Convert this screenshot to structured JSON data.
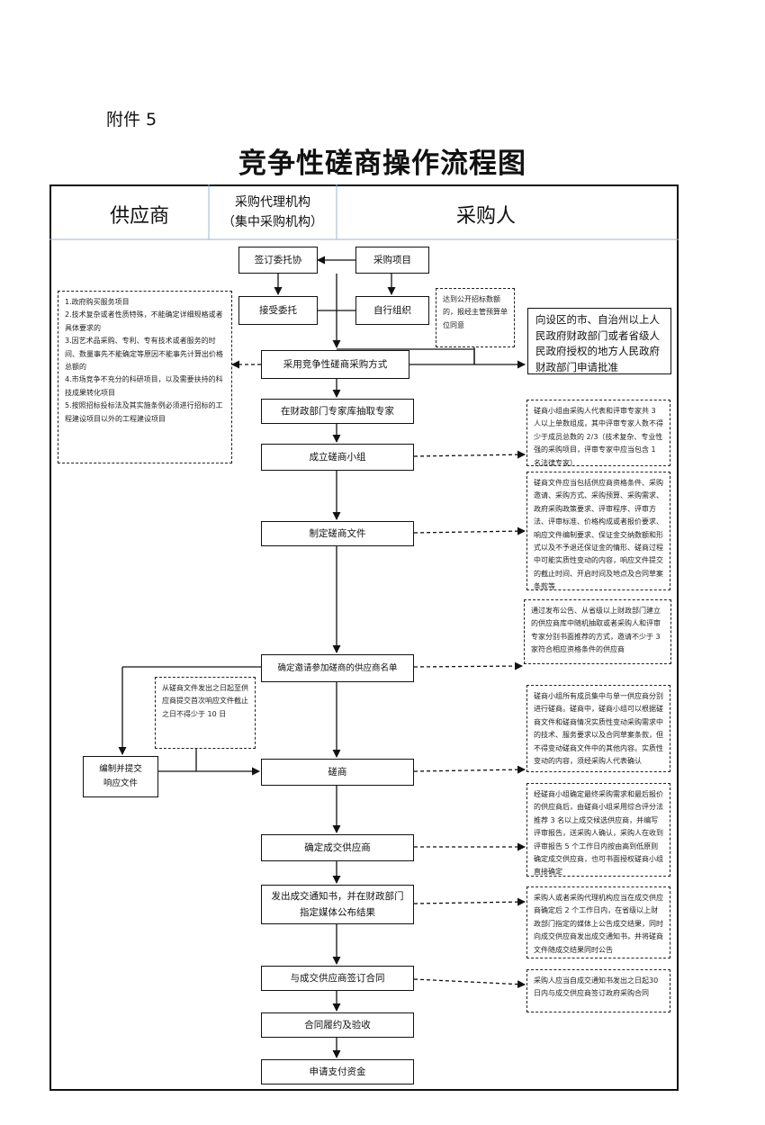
{
  "header": {
    "attachment": "附件 5",
    "title": "竞争性磋商操作流程图"
  },
  "columns": {
    "supplier": "供应商",
    "agency_line1": "采购代理机构",
    "agency_line2": "（集中采购机构）",
    "buyer": "采购人"
  },
  "boxes": {
    "sign_contract": "签订委托协",
    "purchase_project": "采购项目",
    "accept_entrust": "接受委托",
    "self_organize": "自行组织",
    "adopt_method": "采用竞争性磋商采购方式",
    "draw_experts": "在财政部门专家库抽取专家",
    "form_team": "成立磋商小组",
    "draft_docs": "制定磋商文件",
    "invite_list": "确定邀请参加磋商的供应商名单",
    "prepare_response": "编制并提交响应文件",
    "negotiate": "磋商",
    "determine_supplier": "确定成交供应商",
    "issue_notice": "发出成交通知书，并在财政部门指定媒体公布结果",
    "sign_with_supplier": "与成交供应商签订合同",
    "perform_accept": "合同履约及验收",
    "apply_payment": "申请支付资金"
  },
  "notes": {
    "applicable_items": [
      "1.政府购买服务项目",
      "2.技术复杂或者性质特殊，不能确定详细规格或者具体要求的",
      "3.因艺术品采购、专利、专有技术或者服务的时间、数量事先不能确定等原因不能事先计算出价格总额的",
      "4.市场竞争不充分的科研项目，以及需要扶持的科技成果转化项目",
      "5.按照招标投标法及其实施条例必须进行招标的工程建设项目以外的工程建设项目"
    ],
    "tender_threshold": "达到公开招标数额的，报经主管预算单位同意",
    "approval": "向设区的市、自治州以上人民政府财政部门或者省级人民政府授权的地方人民政府财政部门申请批准",
    "team_composition": "磋商小组由采购人代表和评审专家共 3 人以上单数组成，其中评审专家人数不得少于成员总数的 2/3（技术复杂、专业性强的采购项目，评审专家中应当包含 1 名法律专家）",
    "doc_contents": "磋商文件应当包括供应商资格条件、采购邀请、采购方式、采购预算、采购需求、政府采购政策要求、评审程序、评审方法、评审标准、价格构成或者报价要求、响应文件编制要求、保证金交纳数额和形式以及不予退还保证金的情形、磋商过程中可能实质性变动的内容，响应文件提交的截止时间、开启时间及地点及合同草案条款等",
    "invite_method": "通过发布公告、从省级以上财政部门建立的供应商库中随机抽取或者采购人和评审专家分别书面推荐的方式，邀请不少于 3 家符合相应资格条件的供应商",
    "response_deadline": "从磋商文件发出之日起至供应商提交首次响应文件截止之日不得少于 10 日",
    "negotiate_rules": "磋商小组所有成员集中与单一供应商分别进行磋商。磋商中，磋商小组可以根据磋商文件和磋商情况实质性变动采购需求中的技术、服务要求以及合同草案条款，但不得变动磋商文件中的其他内容。实质性变动的内容，须经采购人代表确认",
    "determine_rules": "经磋商小组确定最终采购需求和最后报价的供应商后，由磋商小组采用综合评分法推荐 3 名以上成交候选供应商，并编写评审报告，送采购人确认，采购人在收到评审报告 5 个工作日内按由高到低原则确定成交供应商，也可书面授权磋商小组直接确定",
    "notice_rules": "采购人或者采购代理机构应当在成交供应商确定后 2 个工作日内，在省级以上财政部门指定的媒体上公告成交结果，同时向成交供应商发出成交通知书，并将磋商文件随成交结果同时公告",
    "contract_rules": "采购人应当自成交通知书发出之日起30日内与成交供应商签订政府采购合同"
  }
}
